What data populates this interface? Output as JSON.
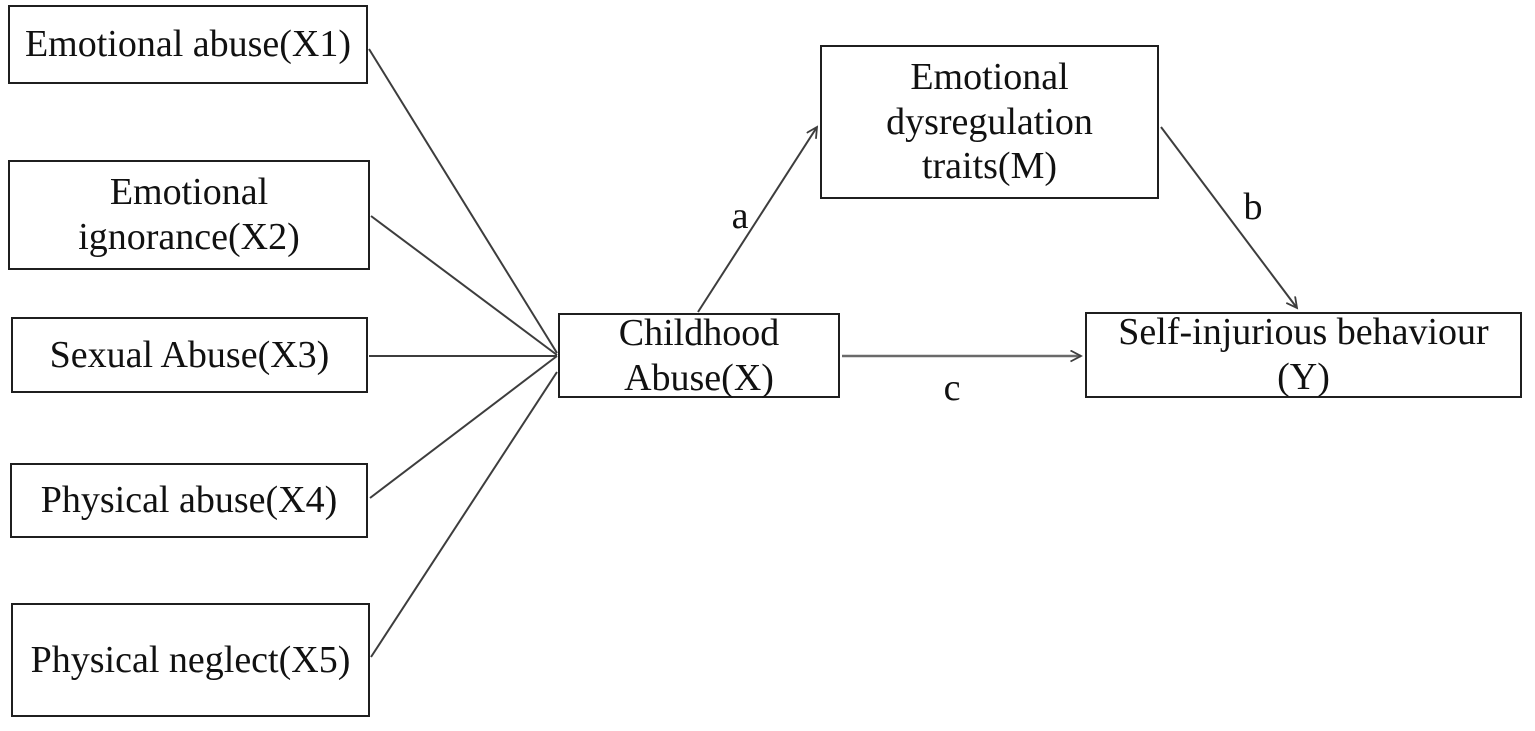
{
  "figure": {
    "type": "mediation-path-diagram",
    "colors": {
      "background": "#ffffff",
      "box_border": "#1f1f1f",
      "line": "#3d3d3d",
      "direct_path_line": "#6a6a6a",
      "text": "#111111"
    }
  },
  "nodes": {
    "x1": {
      "id": "X1",
      "lines": [
        "Emotional abuse(X1)"
      ]
    },
    "x2": {
      "id": "X2",
      "lines": [
        "Emotional",
        "ignorance(X2)"
      ]
    },
    "x3": {
      "id": "X3",
      "lines": [
        "Sexual Abuse(X3)"
      ]
    },
    "x4": {
      "id": "X4",
      "lines": [
        "Physical abuse(X4)"
      ]
    },
    "x5": {
      "id": "X5",
      "lines": [
        "Physical neglect(X5)"
      ]
    },
    "predictor": {
      "id": "X",
      "lines": [
        "Childhood",
        "Abuse(X)"
      ]
    },
    "mediator": {
      "id": "M",
      "lines": [
        "Emotional",
        "dysregulation",
        "traits(M)"
      ]
    },
    "outcome": {
      "id": "Y",
      "lines": [
        "Self-injurious behaviour",
        "(Y)"
      ]
    }
  },
  "path_labels": {
    "a": "a",
    "b": "b",
    "c": "c"
  }
}
